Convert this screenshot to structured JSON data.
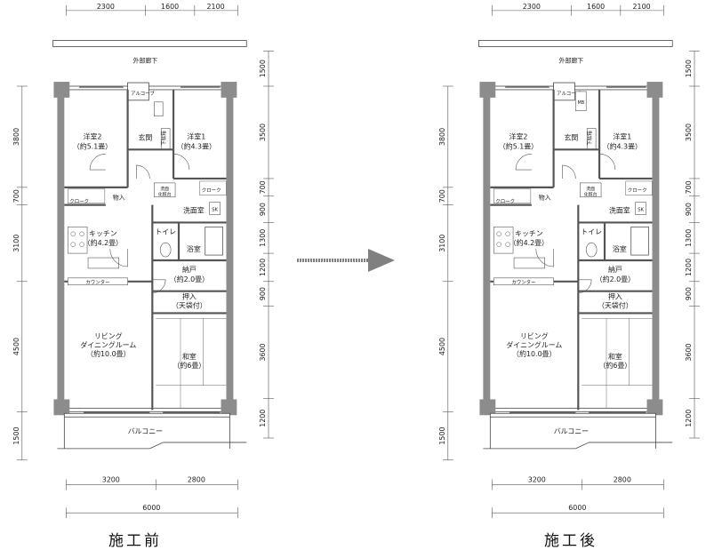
{
  "plans": [
    {
      "caption": "施工前",
      "corridor": "外部廊下",
      "balcony": "バルコニー",
      "top_dims": [
        "2300",
        "1600",
        "2100"
      ],
      "bottom_dims": [
        "3200",
        "2800"
      ],
      "total_width": "6000",
      "left_dims": [
        "3800",
        "700",
        "3100",
        "4500",
        "1500"
      ],
      "right_dims": [
        "1500",
        "3500",
        "700",
        "900",
        "1300",
        "1200",
        "900",
        "3600",
        "1200"
      ],
      "rooms": {
        "western2": {
          "name": "洋室2",
          "size": "（約5.1畳）"
        },
        "western1": {
          "name": "洋室1",
          "size": "（約4.3畳）"
        },
        "entrance": "玄関",
        "shoebox": "下駄箱",
        "alcove": "アルコーブ",
        "storage": "物入",
        "closet": "クローク",
        "closet2": "クローク",
        "wash_unit": "洗面化粧台",
        "washroom": "洗面室",
        "sk": "SK",
        "kitchen": {
          "name": "キッチン",
          "size": "（約4.2畳）"
        },
        "toilet": "トイレ",
        "bath": "浴室",
        "counter": "カウンター",
        "nando": {
          "name": "納戸",
          "size": "（約2.0畳）"
        },
        "oshiire": {
          "name": "押入",
          "size": "（天袋付）"
        },
        "living": {
          "name1": "リビング",
          "name2": "ダイニングルーム",
          "size": "（約10.0畳）"
        },
        "japanese": {
          "name": "和室",
          "size": "（約6畳）"
        }
      }
    },
    {
      "caption": "施工後",
      "corridor": "外部廊下",
      "balcony": "バルコニー",
      "top_dims": [
        "2300",
        "1600",
        "2100"
      ],
      "bottom_dims": [
        "3200",
        "2800"
      ],
      "total_width": "6000",
      "left_dims": [
        "3800",
        "700",
        "3100",
        "4500",
        "1500"
      ],
      "right_dims": [
        "1500",
        "3500",
        "700",
        "900",
        "1300",
        "1200",
        "900",
        "3600",
        "1200"
      ],
      "rooms": {
        "western2": {
          "name": "洋室2",
          "size": "（約5.1畳）"
        },
        "western1": {
          "name": "洋室1",
          "size": "（約4.3畳）"
        },
        "entrance": "玄関",
        "shoebox": "下駄箱",
        "alcove": "アルコーブ",
        "mb": "MB",
        "storage": "物入",
        "closet": "クローク",
        "closet2": "クローク",
        "wash_unit": "洗面化粧台",
        "washroom": "洗面室",
        "sk": "SK",
        "kitchen": {
          "name": "キッチン",
          "size": "（約4.2畳）"
        },
        "toilet": "トイレ",
        "bath": "浴室",
        "counter": "カウンター",
        "nando": {
          "name": "納戸",
          "size": "（約2.0畳）"
        },
        "oshiire": {
          "name": "押入",
          "size": "（天袋付）"
        },
        "living": {
          "name1": "リビング",
          "name2": "ダイニングルーム",
          "size": "（約10.0畳）"
        },
        "japanese": {
          "name": "和室",
          "size": "（約6畳）"
        }
      }
    }
  ],
  "arrow_color": "#808080",
  "wall_color": "#8c8c8c"
}
